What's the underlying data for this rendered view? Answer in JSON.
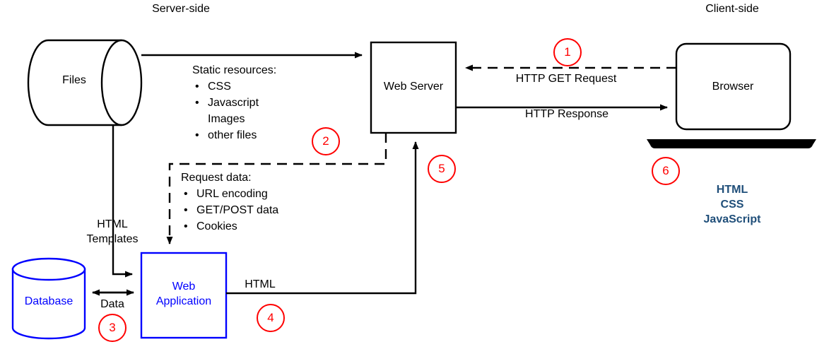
{
  "title": "Web request lifecycle diagram",
  "colors": {
    "black": "#000000",
    "blue": "#0000ff",
    "red": "#ff0000",
    "steel_blue": "#1f4e79",
    "background": "#ffffff"
  },
  "zones": {
    "server_side": "Server-side",
    "client_side": "Client-side"
  },
  "nodes": {
    "files": "Files",
    "web_server": "Web Server",
    "browser": "Browser",
    "database": "Database",
    "web_application": "Web\nApplication",
    "web_application_line1": "Web",
    "web_application_line2": "Application"
  },
  "lists": {
    "static_resources": {
      "heading": "Static resources:",
      "items": [
        {
          "text": "CSS",
          "bullet": true
        },
        {
          "text": "Javascript",
          "bullet": true
        },
        {
          "text": "Images",
          "bullet": false
        },
        {
          "text": "other files",
          "bullet": true
        }
      ]
    },
    "request_data": {
      "heading": "Request data:",
      "items": [
        {
          "text": "URL encoding",
          "bullet": true
        },
        {
          "text": "GET/POST data",
          "bullet": true
        },
        {
          "text": "Cookies",
          "bullet": true
        }
      ]
    }
  },
  "edge_labels": {
    "http_get_request": "HTTP GET Request",
    "http_response": "HTTP Response",
    "html_templates_line1": "HTML",
    "html_templates_line2": "Templates",
    "data": "Data",
    "html": "HTML"
  },
  "client_stack": {
    "line1": "HTML",
    "line2": "CSS",
    "line3": "JavaScript"
  },
  "step_markers": [
    {
      "id": "1",
      "label": "1"
    },
    {
      "id": "2",
      "label": "2"
    },
    {
      "id": "3",
      "label": "3"
    },
    {
      "id": "4",
      "label": "4"
    },
    {
      "id": "5",
      "label": "5"
    },
    {
      "id": "6",
      "label": "6"
    }
  ]
}
